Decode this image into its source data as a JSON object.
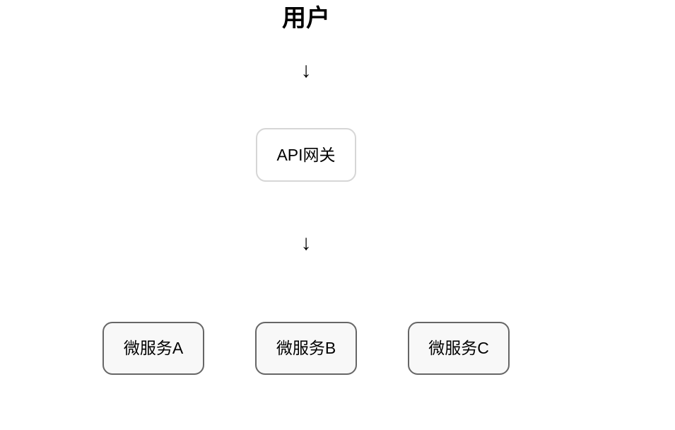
{
  "diagram": {
    "title": "用户",
    "arrow_glyph": "↓",
    "gateway": {
      "label": "API网关"
    },
    "services": [
      {
        "label": "微服务A"
      },
      {
        "label": "微服务B"
      },
      {
        "label": "微服务C"
      }
    ],
    "colors": {
      "page_bg": "#ffffff",
      "text": "#000000",
      "gateway_border": "#d6d6d6",
      "gateway_bg": "#ffffff",
      "service_border": "#666666",
      "service_bg": "#f8f8f8"
    }
  }
}
